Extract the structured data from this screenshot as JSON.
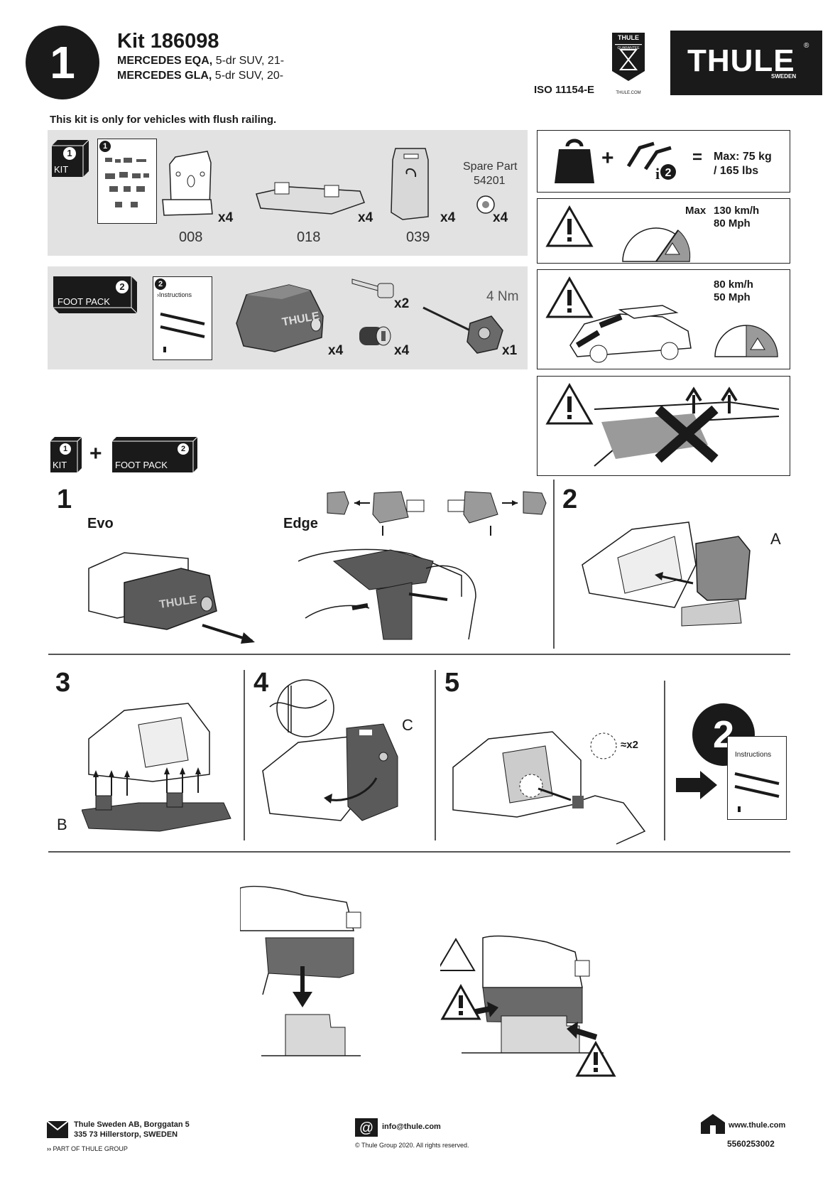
{
  "header": {
    "step_number": "1",
    "kit_title": "Kit 186098",
    "vehicles": [
      {
        "model": "MERCEDES EQA,",
        "spec": " 5-dr SUV, 21-"
      },
      {
        "model": "MERCEDES GLA,",
        "spec": " 5-dr SUV, 20-"
      }
    ],
    "iso": "ISO 11154-E",
    "guarantee_badge": {
      "top": "THULE",
      "sub": "GUARANTEE",
      "bottom": "THULE.COM"
    },
    "logo": {
      "text": "THULE",
      "sub": "SWEDEN",
      "reg": "®"
    }
  },
  "notice": "This kit is only for vehicles with flush railing.",
  "kit_panel": {
    "box_num": "1",
    "box_label": "KIT",
    "leaflet_num": "1",
    "parts": [
      {
        "code": "008",
        "qty": "x4"
      },
      {
        "code": "018",
        "qty": "x4"
      },
      {
        "code": "039",
        "qty": "x4"
      }
    ],
    "spare_part_label": "Spare Part",
    "spare_part_code": "54201",
    "spare_qty": "x4"
  },
  "foot_panel": {
    "box_num": "2",
    "box_label": "FOOT PACK",
    "leaflet_num": "2",
    "leaflet_text": "›Instructions",
    "foot_qty": "x4",
    "key_qty": "x2",
    "lock_qty": "x4",
    "torque": "4 Nm",
    "tool_qty": "x1",
    "foot_logo": "THULE"
  },
  "warnings": {
    "load_max": "Max: 75 kg",
    "load_lbs": "/ 165 lbs",
    "speed_max_label": "Max",
    "speed_kmh": "130 km/h",
    "speed_mph": "80 Mph",
    "load_speed_kmh": "80 km/h",
    "load_speed_mph": "50 Mph"
  },
  "combo": {
    "box1_num": "1",
    "box1_label": "KIT",
    "plus": "+",
    "box2_num": "2",
    "box2_label": "FOOT PACK"
  },
  "steps": {
    "s1": "1",
    "evo": "Evo",
    "edge": "Edge",
    "s2": "2",
    "label_a": "A",
    "s3": "3",
    "label_b": "B",
    "s4": "4",
    "label_c": "C",
    "s5": "5",
    "approx": "≈x2",
    "next_step": "2",
    "next_leaflet": "Instructions"
  },
  "footer": {
    "address_line1": "Thule Sweden AB, Borggatan 5",
    "address_line2": "335 73 Hillerstorp, SWEDEN",
    "group": "PART OF THULE GROUP",
    "email": "info@thule.com",
    "copyright": "© Thule Group 2020. All rights reserved.",
    "website": "www.thule.com",
    "doc_number": "5560253002"
  },
  "colors": {
    "ink": "#1a1a1a",
    "panel": "#e2e2e2",
    "part_gray": "#cfcfcf",
    "dark_part": "#5a5a5a"
  }
}
